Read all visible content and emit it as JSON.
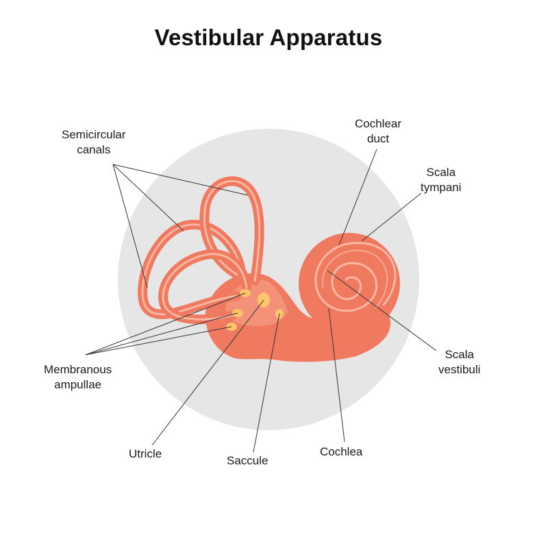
{
  "title": "Vestibular Apparatus",
  "labels": {
    "semicircular_canals": [
      "Semicircular",
      "canals"
    ],
    "cochlear_duct": [
      "Cochlear",
      "duct"
    ],
    "scala_tympani": [
      "Scala",
      "tympani"
    ],
    "membranous_ampullae": [
      "Membranous",
      "ampullae"
    ],
    "scala_vestibuli": [
      "Scala",
      "vestibuli"
    ],
    "utricle": "Utricle",
    "saccule": "Saccule",
    "cochlea": "Cochlea"
  },
  "colors": {
    "background_circle": "#e6e6e6",
    "organ": "#f07a60",
    "organ_dark": "#e8694f",
    "organ_light": "#f8b7a3",
    "highlight": "#ffc46b",
    "line": "#333333"
  }
}
